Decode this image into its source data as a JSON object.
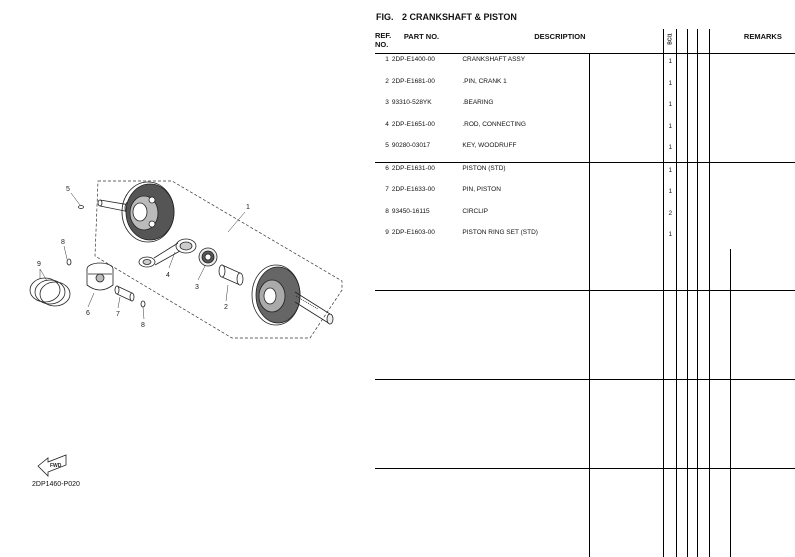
{
  "header": {
    "fig_label": "FIG.",
    "fig_number": "2",
    "fig_title": "CRANKSHAFT & PISTON"
  },
  "table": {
    "columns": {
      "ref_line1": "REF.",
      "ref_line2": "NO.",
      "part_no": "PART NO.",
      "description": "DESCRIPTION",
      "model_code": "BCl1",
      "remarks": "REMARKS"
    },
    "group_a": [
      {
        "ref": "1",
        "part": "2DP-E1400-00",
        "desc": "CRANKSHAFT ASSY",
        "qty": "1"
      },
      {
        "ref": "2",
        "part": "2DP-E1681-00",
        "desc": ".PIN, CRANK 1",
        "qty": "1"
      },
      {
        "ref": "3",
        "part": "93310-528YK",
        "desc": ".BEARING",
        "qty": "1"
      },
      {
        "ref": "4",
        "part": "2DP-E1651-00",
        "desc": ".ROD, CONNECTING",
        "qty": "1"
      },
      {
        "ref": "5",
        "part": "90280-03017",
        "desc": "KEY, WOODRUFF",
        "qty": "1"
      }
    ],
    "group_b": [
      {
        "ref": "6",
        "part": "2DP-E1631-00",
        "desc": "PISTON (STD)",
        "qty": "1"
      },
      {
        "ref": "7",
        "part": "2DP-E1633-00",
        "desc": "PIN, PISTON",
        "qty": "1"
      },
      {
        "ref": "8",
        "part": "93450-16115",
        "desc": "CIRCLIP",
        "qty": "2"
      },
      {
        "ref": "9",
        "part": "2DP-E1603-00",
        "desc": "PISTON RING SET (STD)",
        "qty": "1"
      }
    ]
  },
  "diagram": {
    "callouts": [
      "1",
      "2",
      "3",
      "4",
      "5",
      "6",
      "7",
      "8",
      "8",
      "9"
    ],
    "fwd_label": "FWD",
    "catalog_code": "2DP1460-P020"
  }
}
